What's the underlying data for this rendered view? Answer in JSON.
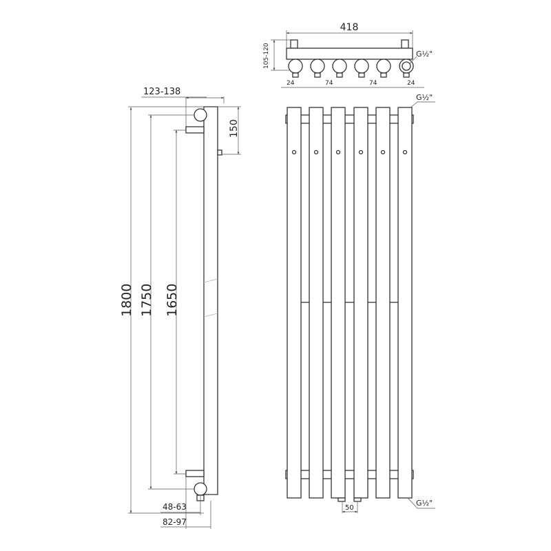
{
  "top_view": {
    "width_label": "418",
    "depth_label": "105-120",
    "connection_label": "G½\"",
    "spacing_labels": [
      "24",
      "74",
      "74",
      "24"
    ],
    "tube_count": 6
  },
  "side_view": {
    "offset_label": "123-138",
    "height_total": "1800",
    "height_mount_outer": "1750",
    "height_mount_inner": "1650",
    "bracket_offset": "150",
    "bottom_offset_1": "48-63",
    "bottom_offset_2": "82-97"
  },
  "front_view": {
    "top_connection_label": "G½\"",
    "bottom_connection_label": "G½\"",
    "bottom_spacing_label": "50",
    "tube_count": 6
  }
}
